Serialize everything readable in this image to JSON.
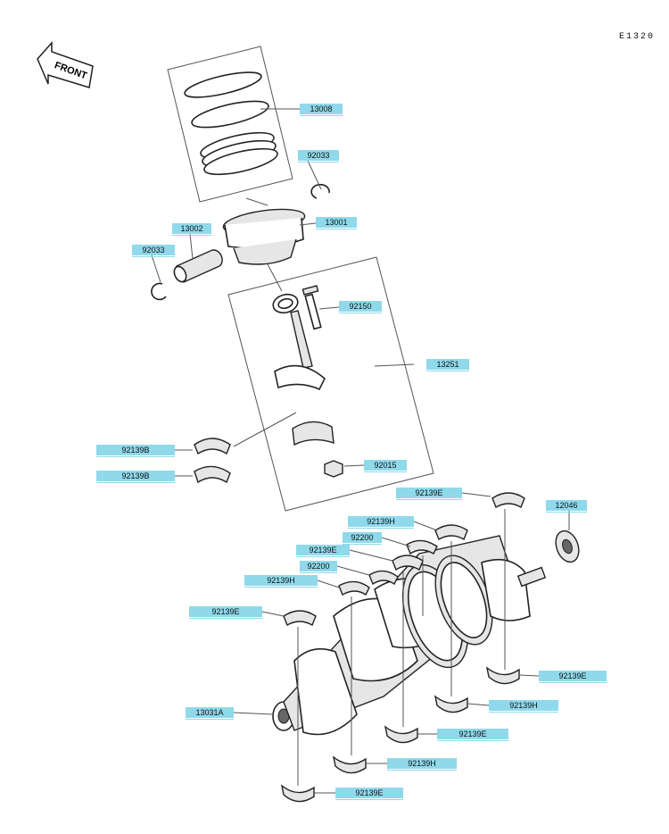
{
  "diagram_code": "E1320",
  "front_label": "FRONT",
  "callouts": [
    {
      "id": "c-13008",
      "text": "13008"
    },
    {
      "id": "c-92033a",
      "text": "92033"
    },
    {
      "id": "c-13001",
      "text": "13001"
    },
    {
      "id": "c-13002",
      "text": "13002"
    },
    {
      "id": "c-92033b",
      "text": "92033"
    },
    {
      "id": "c-92150",
      "text": "92150"
    },
    {
      "id": "c-13251",
      "text": "13251"
    },
    {
      "id": "c-92139B-1",
      "text": "92139B"
    },
    {
      "id": "c-92139B-2",
      "text": "92139B"
    },
    {
      "id": "c-92015",
      "text": "92015"
    },
    {
      "id": "c-92139E-1",
      "text": "92139E"
    },
    {
      "id": "c-12046",
      "text": "12046"
    },
    {
      "id": "c-92139H-1",
      "text": "92139H"
    },
    {
      "id": "c-92200-1",
      "text": "92200"
    },
    {
      "id": "c-92139E-2",
      "text": "92139E"
    },
    {
      "id": "c-92200-2",
      "text": "92200"
    },
    {
      "id": "c-92139H-2",
      "text": "92139H"
    },
    {
      "id": "c-92139E-3",
      "text": "92139E"
    },
    {
      "id": "c-13031A",
      "text": "13031A"
    },
    {
      "id": "c-92139E-4",
      "text": "92139E"
    },
    {
      "id": "c-92139H-3",
      "text": "92139H"
    },
    {
      "id": "c-92139E-5",
      "text": "92139E"
    },
    {
      "id": "c-92139H-4",
      "text": "92139H"
    },
    {
      "id": "c-92139E-6",
      "text": "92139E"
    }
  ],
  "colors": {
    "callout_bg": "#8fd9ea",
    "line": "#555555"
  }
}
